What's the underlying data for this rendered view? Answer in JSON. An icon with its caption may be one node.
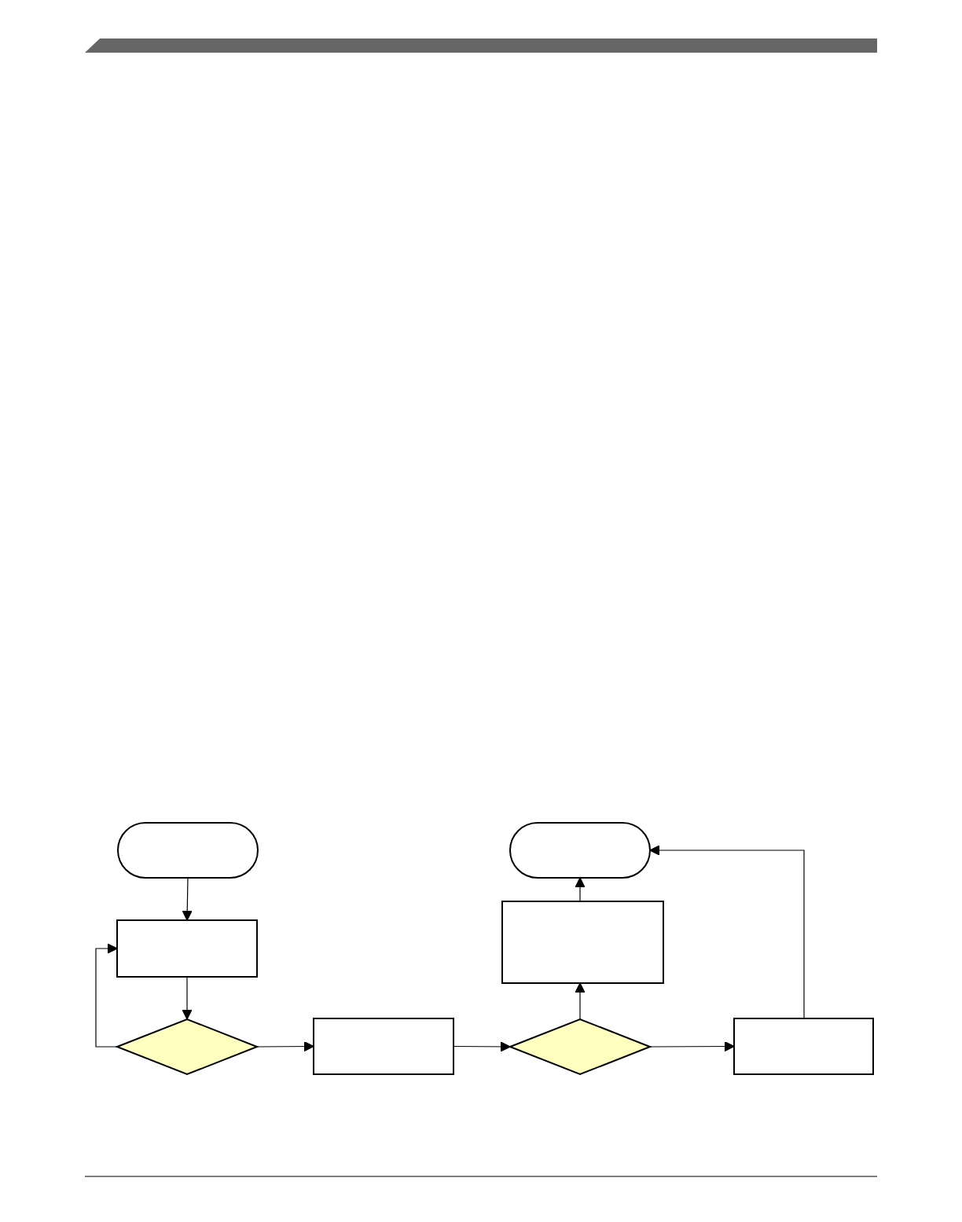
{
  "diagram": {
    "nodes": [
      {
        "text": [],
        "shape": "oval"
      },
      {
        "text": [],
        "shape": "oval"
      },
      {
        "text": [],
        "shape": "box"
      },
      {
        "text": [],
        "shape": "box"
      },
      {
        "text": [],
        "shape": "diamond"
      },
      {
        "text": [],
        "shape": "box"
      },
      {
        "text": [],
        "shape": "diamond"
      },
      {
        "text": [],
        "shape": "box"
      }
    ],
    "edges": [
      {
        "from": 0,
        "to": 2,
        "arrow": "to"
      },
      {
        "from": 2,
        "to": 4,
        "arrow": "to"
      },
      {
        "from": 4,
        "to": 2,
        "arrow": "to"
      },
      {
        "from": 4,
        "to": 5,
        "arrow": "to"
      },
      {
        "from": 5,
        "to": 6,
        "arrow": "to"
      },
      {
        "from": 6,
        "to": 3,
        "arrow": "to"
      },
      {
        "from": 3,
        "to": 1,
        "arrow": "to"
      },
      {
        "from": 6,
        "to": 7,
        "arrow": "to"
      },
      {
        "from": 7,
        "to": 1,
        "arrow": "to"
      }
    ]
  }
}
